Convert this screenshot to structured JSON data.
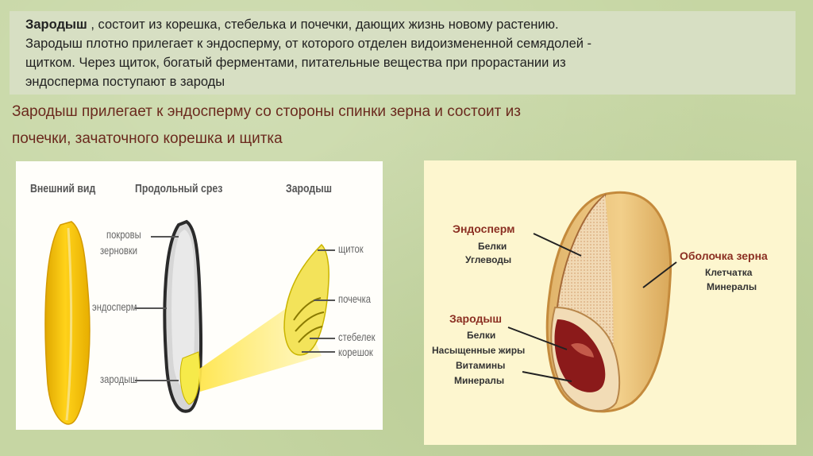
{
  "text": {
    "bold_word": "Зародыш",
    "line1_rest": " , состоит из корешка, стебелька и почечки, дающих жизнь новому растению.",
    "line2": "Зародыш плотно прилегает к эндосперму, от которого отделен видоизмененной семядолей -",
    "line3": "щитком. Через щиток, богатый ферментами, питательные вещества при прорастании из",
    "line4": "эндосперма поступают в зароды"
  },
  "subtitle": {
    "line1": "Зародыш прилегает к эндосперму со стороны спинки зерна и состоит из",
    "line2": "почечки, зачаточного корешка и щитка"
  },
  "left_figure": {
    "heading_external": "Внешний вид",
    "heading_section": "Продольный срез",
    "heading_embryo": "Зародыш",
    "label_pokrovy_1": "покровы",
    "label_pokrovy_2": "зерновки",
    "label_endosperm": "эндосперм",
    "label_embryo": "зародыш",
    "label_shield": "щиток",
    "label_bud": "почечка",
    "label_stem": "стебелек",
    "label_root": "корешок"
  },
  "right_figure": {
    "endosperm_title": "Эндосперм",
    "endosperm_items": [
      "Белки",
      "Углеводы"
    ],
    "embryo_title": "Зародыш",
    "embryo_items": [
      "Белки",
      "Насыщенные жиры",
      "Витамины",
      "Минералы"
    ],
    "shell_title": "Оболочка зерна",
    "shell_items": [
      "Клетчатка",
      "Минералы"
    ]
  },
  "colors": {
    "subtitle": "#6b2a1e",
    "right_heading": "#8b2f22",
    "grain_yellow": "#f3c20a",
    "embryo_dark": "#8b1a1a"
  }
}
